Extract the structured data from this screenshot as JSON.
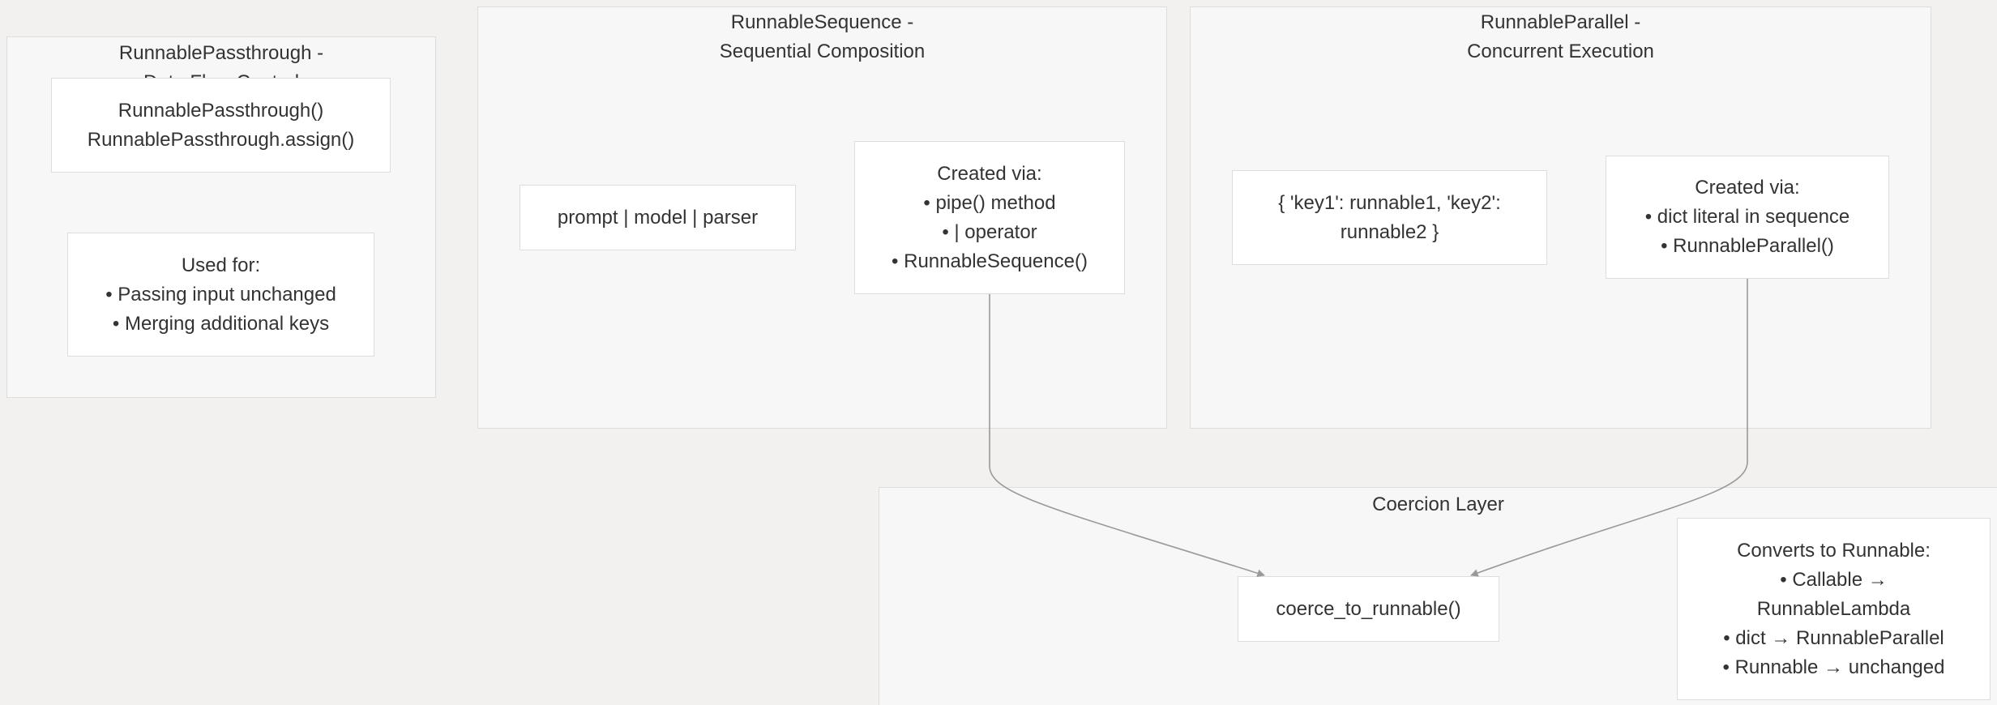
{
  "clusters": {
    "passthrough": {
      "title": "RunnablePassthrough -\nData Flow Control"
    },
    "sequence": {
      "title": "RunnableSequence -\nSequential Composition"
    },
    "parallel": {
      "title": "RunnableParallel -\nConcurrent Execution"
    },
    "coercion": {
      "title": "Coercion Layer"
    }
  },
  "nodes": {
    "passthrough_methods": "RunnablePassthrough()\nRunnablePassthrough.assign()",
    "passthrough_usage": "Used for:\n• Passing input unchanged\n• Merging additional keys",
    "sequence_example": "prompt | model | parser",
    "sequence_creation": "Created via:\n• pipe() method\n• | operator\n• RunnableSequence()",
    "parallel_example": "{ 'key1': runnable1, 'key2':\nrunnable2 }",
    "parallel_creation": "Created via:\n• dict literal in sequence\n• RunnableParallel()",
    "coerce_function": "coerce_to_runnable()",
    "coerce_rules": "Converts to Runnable:\n• Callable →\nRunnableLambda\n• dict → RunnableParallel\n• Runnable → unchanged"
  },
  "edges": [
    {
      "from": "sequence_creation",
      "to": "coerce_function"
    },
    {
      "from": "parallel_creation",
      "to": "coerce_function"
    }
  ],
  "colors": {
    "background": "#f2f1f0",
    "cluster_fill": "#f7f7f7",
    "node_fill": "#ffffff",
    "border": "#dddddd",
    "edge": "#999999",
    "text": "#333333"
  }
}
